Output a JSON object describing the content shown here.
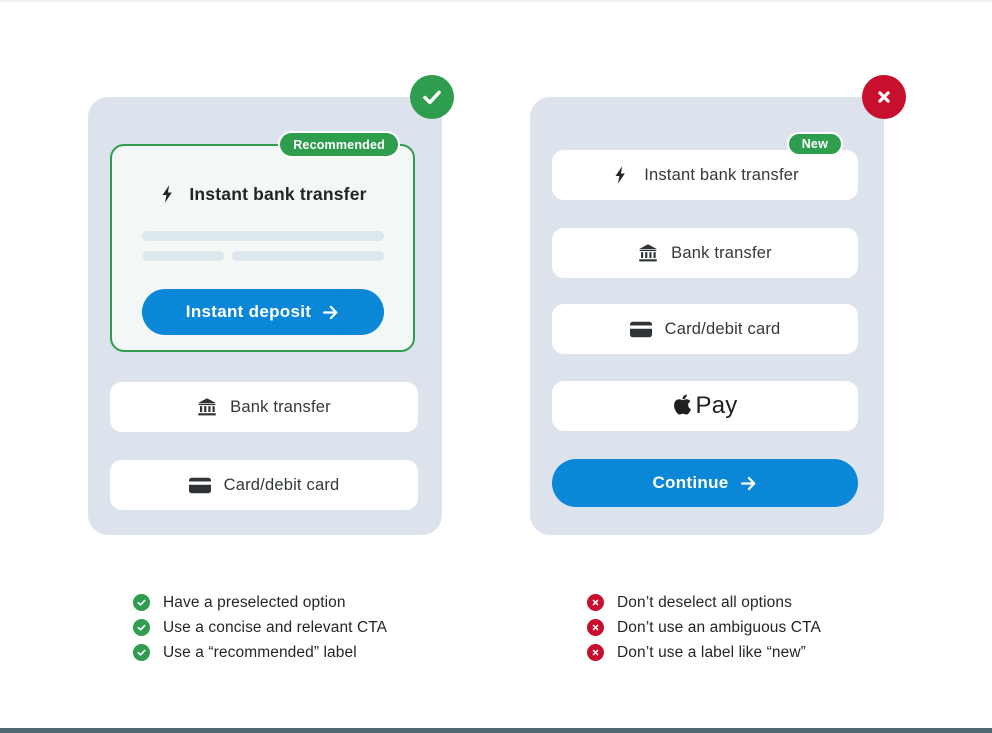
{
  "figure": {
    "do_panel": {
      "verdict": "do",
      "badge_label": "Recommended",
      "selected_option": {
        "icon": "lightning-icon",
        "title": "Instant bank transfer",
        "cta_label": "Instant deposit"
      },
      "options": [
        {
          "icon": "bank-icon",
          "label": "Bank transfer"
        },
        {
          "icon": "card-icon",
          "label": "Card/debit card"
        }
      ],
      "guidelines": [
        "Have a preselected option",
        "Use a concise and relevant CTA",
        "Use a “recommended” label"
      ]
    },
    "dont_panel": {
      "verdict": "dont",
      "badge_label": "New",
      "options": [
        {
          "icon": "lightning-icon",
          "label": "Instant bank transfer"
        },
        {
          "icon": "bank-icon",
          "label": "Bank transfer"
        },
        {
          "icon": "card-icon",
          "label": "Card/debit card"
        },
        {
          "icon": "apple-icon",
          "label": "Pay"
        }
      ],
      "cta_label": "Continue",
      "guidelines": [
        "Don’t deselect all options",
        "Don’t use an ambiguous CTA",
        "Don’t use a label like “new”"
      ]
    },
    "colors": {
      "green": "#2e9e4e",
      "red": "#c8102e",
      "blue": "#0b87d8",
      "panel_bg": "#dde3ed",
      "bottom_bar": "#4e6a70"
    }
  }
}
